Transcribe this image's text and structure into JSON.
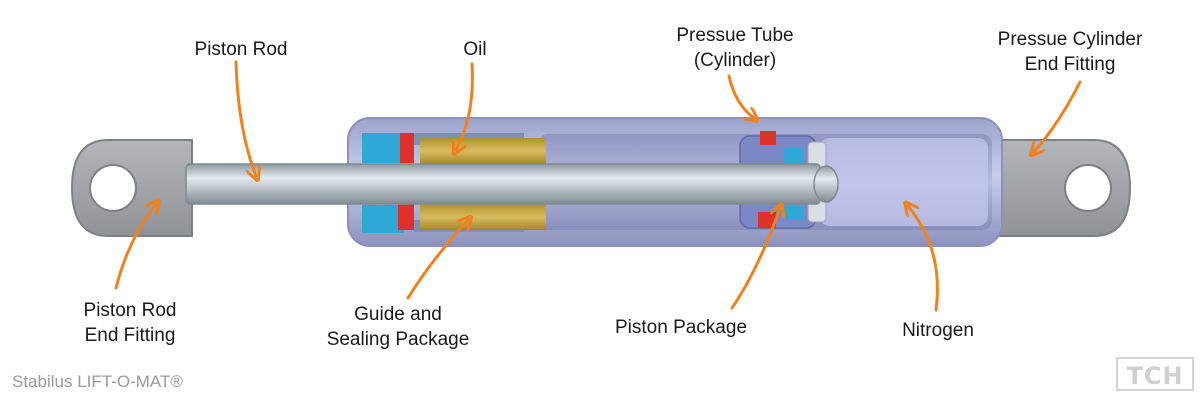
{
  "labels": {
    "piston_rod": "Piston Rod",
    "oil": "Oil",
    "pressure_tube_line1": "Pressue Tube",
    "pressure_tube_line2": "(Cylinder)",
    "cyl_end_line1": "Pressue Cylinder",
    "cyl_end_line2": "End Fitting",
    "rod_end_line1": "Piston Rod",
    "rod_end_line2": "End Fitting",
    "guide_line1": "Guide and",
    "guide_line2": "Sealing Package",
    "piston_package": "Piston Package",
    "nitrogen": "Nitrogen"
  },
  "credit": "Stabilus LIFT-O-MAT®",
  "watermark": "TCH",
  "colors": {
    "arrow": "#f0821e",
    "tube": "#a9aed6",
    "tube_edge": "#8a90c0",
    "rod": "#b9c3c9",
    "fitting": "#a3a7ab",
    "oil": "#c4a442",
    "seal_blue": "#2ea8d6",
    "seal_red": "#e0302a"
  }
}
